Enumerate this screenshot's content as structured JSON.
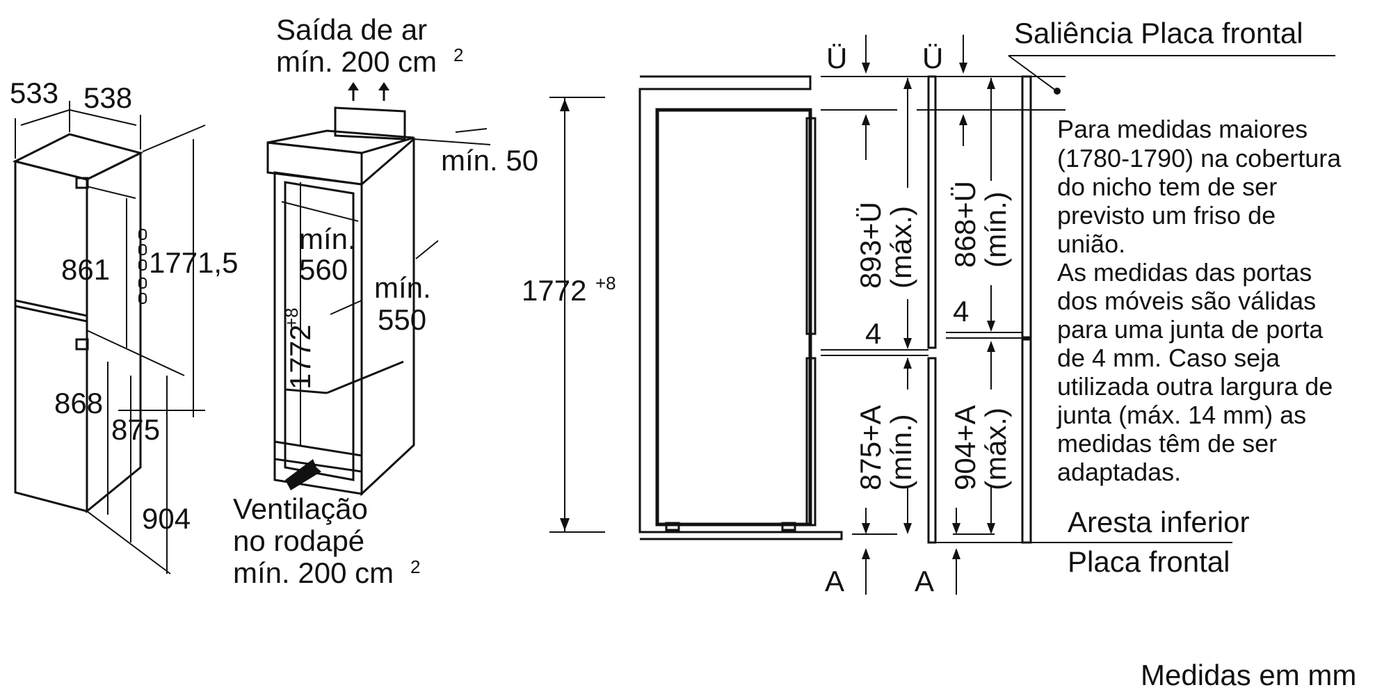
{
  "left_unit": {
    "depth_left": "533",
    "depth_right": "538",
    "upper_height": "861",
    "total_height": "1771,5",
    "lower_868": "868",
    "lower_875": "875",
    "lower_904": "904"
  },
  "niche": {
    "air_out_line1": "Saída de ar",
    "air_out_line2": "mín. 200 cm",
    "air_out_sup": "2",
    "min50": "mín. 50",
    "min560_line1": "mín.",
    "min560_line2": "560",
    "min550_line1": "mín.",
    "min550_line2": "550",
    "height_base": "1772",
    "height_sup": "+8",
    "vent_line1": "Ventilação",
    "vent_line2": "no rodapé",
    "vent_line3": "mín. 200 cm",
    "vent_sup": "2"
  },
  "section": {
    "height_base": "1772",
    "height_sup": "+8",
    "u_left": "Ü",
    "u_right": "Ü",
    "dim_893_value": "893+Ü",
    "dim_893_note": "(máx.)",
    "dim_868_value": "868+Ü",
    "dim_868_note": "(mín.)",
    "gap_left": "4",
    "gap_right": "4",
    "dim_875_value": "875+A",
    "dim_875_note": "(mín.)",
    "dim_904_value": "904+A",
    "dim_904_note": "(máx.)",
    "a_left": "A",
    "a_right": "A"
  },
  "labels": {
    "saliencia": "Saliência Placa frontal",
    "aresta_line1": "Aresta inferior",
    "aresta_line2": "Placa frontal",
    "note_lines": [
      "Para medidas maiores",
      "(1780-1790) na cobertura",
      "do nicho tem de ser",
      "previsto um friso de",
      "união.",
      "As medidas das portas",
      "dos móveis são válidas",
      "para uma junta de porta",
      "de 4 mm. Caso seja",
      "utilizada outra largura de",
      "junta (máx. 14 mm) as",
      "medidas têm de ser",
      "adaptadas."
    ],
    "units": "Medidas em mm"
  }
}
